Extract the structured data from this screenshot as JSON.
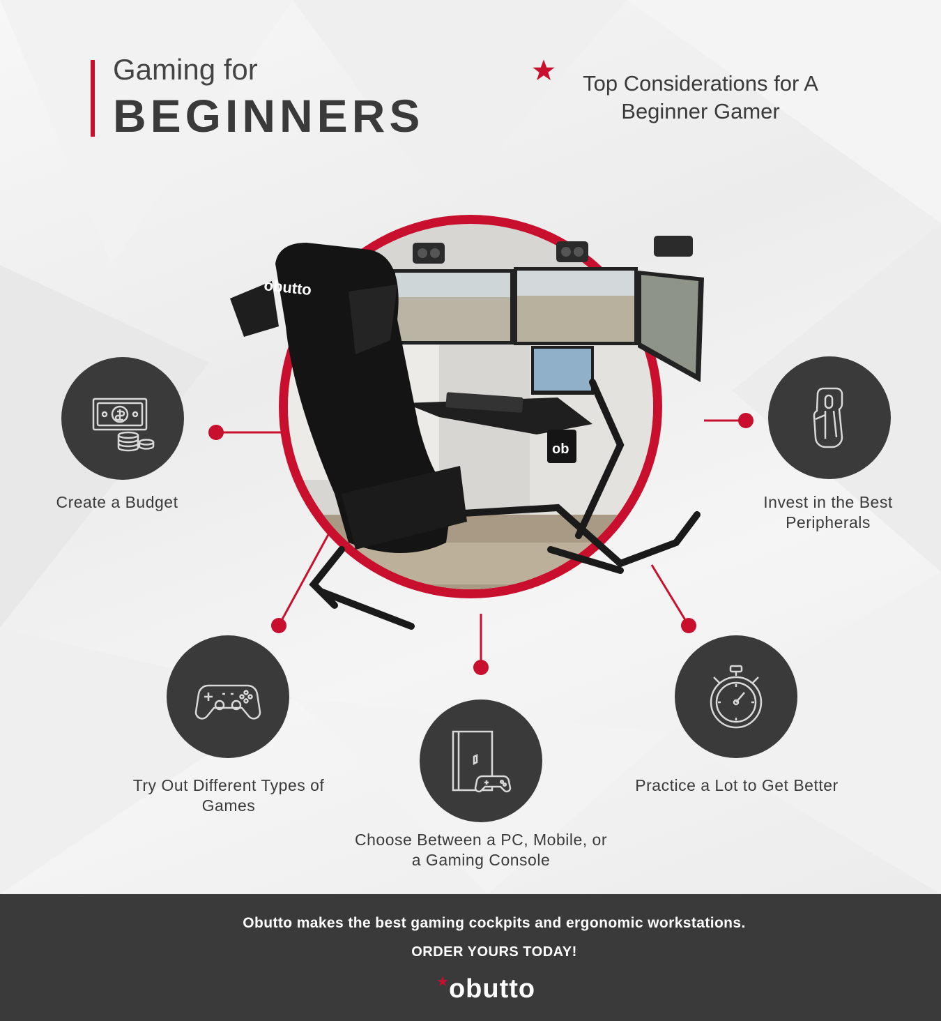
{
  "header": {
    "title_top": "Gaming for",
    "title_main": "BEGINNERS",
    "subtitle": "Top Considerations for A Beginner Gamer"
  },
  "hero": {
    "chair_logo": "obutto",
    "mug_logo": "ob"
  },
  "features": [
    {
      "icon": "money-coins-icon",
      "label": "Create a Budget"
    },
    {
      "icon": "mouse-icon",
      "label": "Invest in the Best Peripherals"
    },
    {
      "icon": "gamepad-icon",
      "label": "Try Out Different Types of Games"
    },
    {
      "icon": "console-icon",
      "label": "Choose Between a PC, Mobile, or a Gaming Console"
    },
    {
      "icon": "stopwatch-icon",
      "label": "Practice a Lot to Get Better"
    }
  ],
  "footer": {
    "line1": "Obutto makes the best gaming cockpits and ergonomic workstations.",
    "line2": "ORDER YOURS TODAY!",
    "logo": "obutto"
  },
  "colors": {
    "accent": "#c8102e",
    "dark": "#3a3a3a",
    "icon_stroke": "#d9d9d9"
  }
}
